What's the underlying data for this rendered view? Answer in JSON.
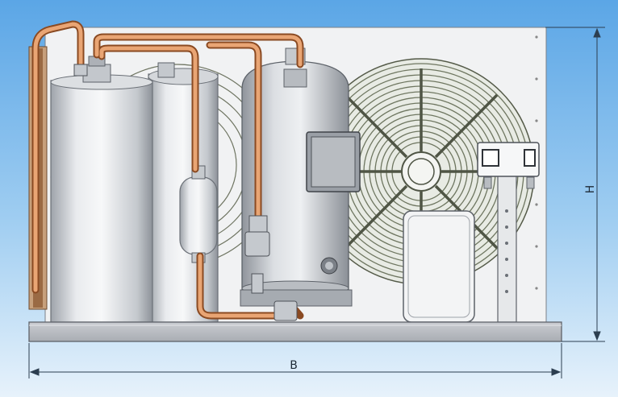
{
  "dimensions": {
    "width_label": "B",
    "height_label": "H"
  },
  "colors": {
    "background_top": "#5aa7e8",
    "background_bottom": "#b9dcf7",
    "metal": "#d9dbe0",
    "copper": "#d48a55",
    "dimension_line": "#2c3e50",
    "fan_coil": "#7d8467"
  },
  "components": [
    "condenser-fan",
    "fan-guard",
    "liquid-receiver",
    "suction-accumulator",
    "filter-drier",
    "scroll-compressor",
    "terminal-box",
    "pressure-switch",
    "electrical-box",
    "copper-piping",
    "base-frame"
  ]
}
